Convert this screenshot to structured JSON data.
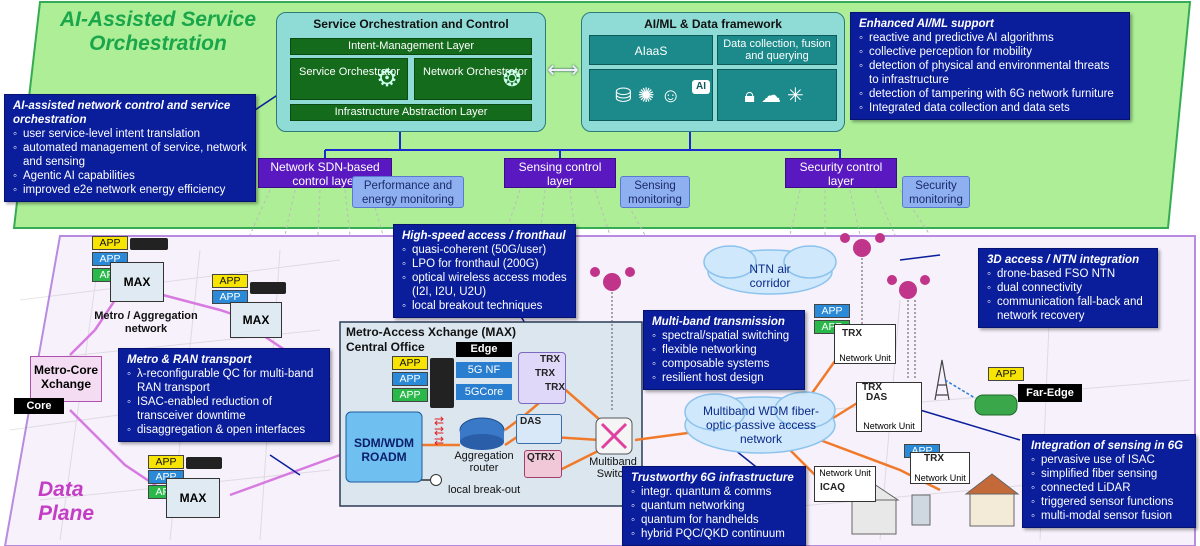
{
  "orchestration": {
    "plane_title": "AI-Assisted Service Orchestration",
    "soc": {
      "title": "Service Orchestration and Control",
      "intent_layer": "Intent-Management Layer",
      "service_orchestrator": "Service Orchestrator",
      "network_orchestrator": "Network Orchestrator",
      "infra_layer": "Infrastructure Abstraction Layer"
    },
    "aiml": {
      "title": "AI/ML & Data framework",
      "aiaas": "AIaaS",
      "data_collection": "Data collection, fusion and querying",
      "ai_icon_label": "AI"
    }
  },
  "callouts": {
    "enhanced_aiml": {
      "title": "Enhanced AI/ML support",
      "items": [
        "reactive and predictive AI algorithms",
        "collective perception for mobility",
        "detection of physical and environmental threats to infrastructure",
        "detection of tampering with 6G network furniture",
        "Integrated data collection and data sets"
      ]
    },
    "ai_assisted_control": {
      "title": "AI-assisted network control and service orchestration",
      "items": [
        "user service-level intent translation",
        "automated management of service, network and sensing",
        "Agentic AI capabilities",
        "improved e2e network energy efficiency"
      ]
    },
    "high_speed_access": {
      "title": "High-speed access / fronthaul",
      "items": [
        "quasi-coherent (50G/user)",
        "LPO for fronthaul (200G)",
        "optical wireless access modes (I2I, I2U, U2U)",
        "local breakout techniques"
      ]
    },
    "ntn": {
      "title": "3D access / NTN integration",
      "items": [
        "drone-based FSO NTN",
        "dual connectivity",
        "communication fall-back and network recovery"
      ]
    },
    "metro_ran": {
      "title": "Metro & RAN transport",
      "items": [
        "λ-reconfigurable QC for multi-band RAN transport",
        "ISAC-enabled reduction of transceiver downtime",
        "disaggregation & open interfaces"
      ]
    },
    "multiband": {
      "title": "Multi-band transmission",
      "items": [
        "spectral/spatial switching",
        "flexible networking",
        "composable systems",
        "resilient host design"
      ]
    },
    "trustworthy": {
      "title": "Trustworthy 6G infrastructure",
      "items": [
        "integr. quantum & comms",
        "quantum networking",
        "quantum for handhelds",
        "hybrid PQC/QKD continuum"
      ]
    },
    "sensing_6g": {
      "title": "Integration of sensing in 6G",
      "items": [
        "pervasive use of ISAC",
        "simplified fiber sensing",
        "connected LiDAR",
        "triggered sensor functions",
        "multi-modal sensor fusion"
      ]
    }
  },
  "control_layers": {
    "sdn": "Network SDN-based control layer",
    "perf_mon": "Performance and energy monitoring",
    "sensing_ctl": "Sensing control layer",
    "sensing_mon": "Sensing monitoring",
    "security_ctl": "Security control layer",
    "security_mon": "Security monitoring"
  },
  "data_plane": {
    "title": "Data Plane",
    "app": "APP",
    "max": "MAX",
    "metro_aggregation": "Metro / Aggregation network",
    "metro_core_xchange": "Metro-Core Xchange",
    "core": "Core",
    "central_office": "Metro-Access Xchange (MAX) Central Office",
    "edge": "Edge",
    "nf_5g": "5G NF",
    "core_5g": "5GCore",
    "trx": "TRX",
    "das": "DAS",
    "qtrx": "QTRX",
    "icaq": "ICAQ",
    "roadm": "SDM/WDM ROADM",
    "agg_router": "Aggregation router",
    "mb_switch": "Multiband Switch",
    "local_breakout": "local break-out",
    "ntn_corridor": "NTN air corridor",
    "wdm_network": "Multiband WDM fiber-optic passive access network",
    "network_unit": "Network Unit",
    "far_edge": "Far-Edge"
  },
  "colors": {
    "orch_green": "#a5ec8c",
    "callout_blue": "#0a1e9c",
    "control_purple": "#5a19c0",
    "monitor_blue": "#8fb0f0",
    "teal_panel": "#8fdcd6",
    "fiber_orange": "#f07a2a"
  }
}
